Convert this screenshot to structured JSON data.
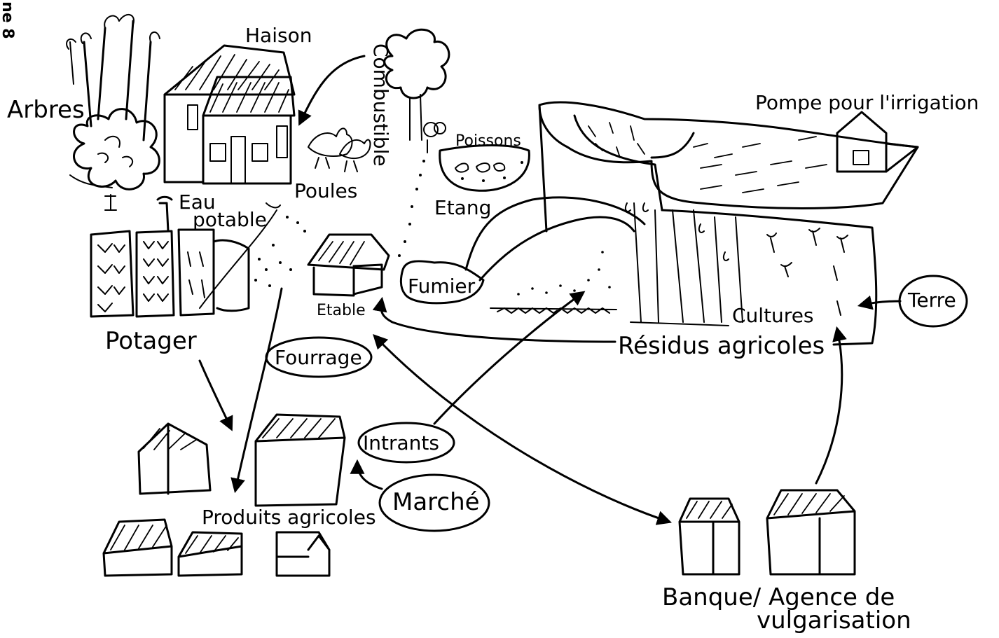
{
  "page_tag": "ne 8",
  "labels": {
    "maison": "Haison",
    "arbres": "Arbres",
    "combustible": "Combustible",
    "poissons": "Poissons",
    "pompe": "Pompe pour l'irrigation",
    "poules": "Poules",
    "eau_potable_1": "Eau",
    "eau_potable_2": "potable",
    "etang": "Etang",
    "etable": "Etable",
    "fumier": "Fumier",
    "terre": "Terre",
    "cultures": "Cultures",
    "residus": "Résidus agricoles",
    "potager": "Potager",
    "fourrage": "Fourrage",
    "intrants": "Intrants",
    "marche": "Marché",
    "produits": "Produits agricoles",
    "banque_1": "Banque/ Agence de",
    "banque_2": "vulgarisation"
  }
}
